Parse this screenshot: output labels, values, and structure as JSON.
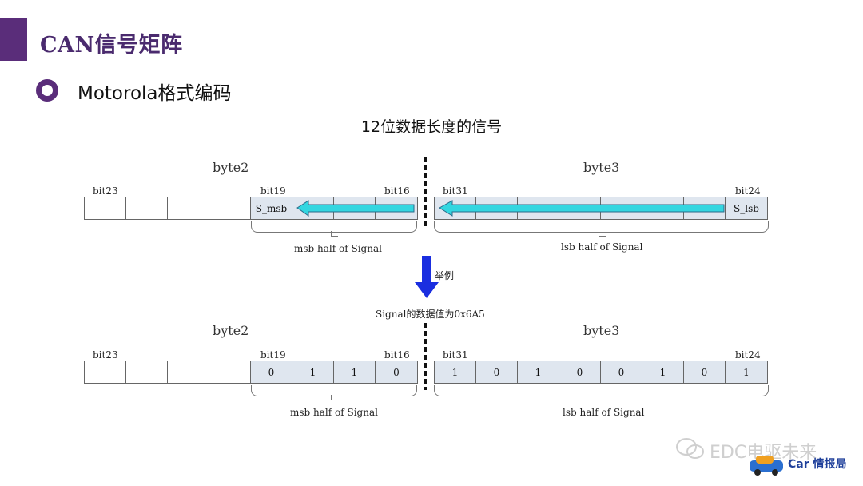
{
  "title": "CAN信号矩阵",
  "subtitle": "Motorola格式编码",
  "heading": "12位数据长度的信号",
  "diagram_top": {
    "byte_left": "byte2",
    "byte_right": "byte3",
    "bit_left_start": "bit23",
    "bit_left_msb": "bit19",
    "bit_left_end": "bit16",
    "bit_right_start": "bit31",
    "bit_right_end": "bit24",
    "cells_left": [
      "",
      "",
      "",
      "",
      "S_msb",
      "",
      "",
      ""
    ],
    "cells_right": [
      "",
      "",
      "",
      "",
      "",
      "",
      "",
      "S_lsb"
    ],
    "brace_left": "msb half of Signal",
    "brace_right": "lsb half of Signal"
  },
  "arrow_label": "举例",
  "example_label": "Signal的数据值为0x6A5",
  "diagram_bottom": {
    "byte_left": "byte2",
    "byte_right": "byte3",
    "bit_left_start": "bit23",
    "bit_left_msb": "bit19",
    "bit_left_end": "bit16",
    "bit_right_start": "bit31",
    "bit_right_end": "bit24",
    "cells_left": [
      "",
      "",
      "",
      "",
      "0",
      "1",
      "1",
      "0"
    ],
    "cells_right": [
      "1",
      "0",
      "1",
      "0",
      "0",
      "1",
      "0",
      "1"
    ],
    "brace_left": "msb half of Signal",
    "brace_right": "lsb half of Signal"
  },
  "watermark": "EDC电驱未来",
  "brand": "Car 情报局",
  "colors": {
    "accent": "#5a2d7a",
    "arrow_cyan": "#33d6e0",
    "arrow_blue": "#1a2ee0"
  }
}
